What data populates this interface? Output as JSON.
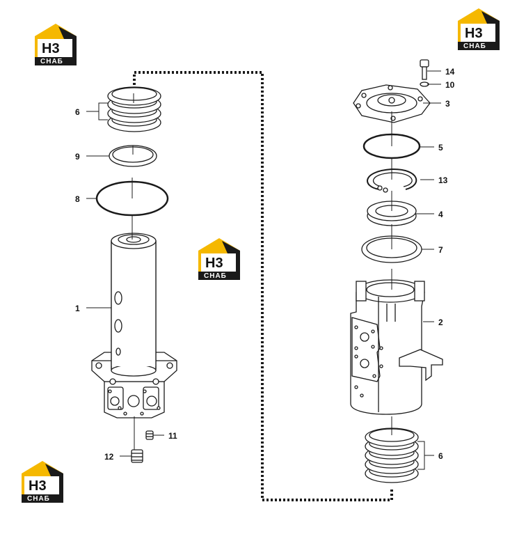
{
  "logo": {
    "letters": "H3",
    "wordmark": "СНАБ",
    "colors": {
      "roof": "#f5b800",
      "dark": "#1a1a1a",
      "white": "#ffffff"
    }
  },
  "callouts": {
    "c14": "14",
    "c10": "10",
    "c3": "3",
    "c5": "5",
    "c13": "13",
    "c4": "4",
    "c7": "7",
    "c2": "2",
    "c6_right": "6",
    "c6_left": "6",
    "c9": "9",
    "c8": "8",
    "c1": "1",
    "c11": "11",
    "c12": "12"
  },
  "colors": {
    "line": "#1a1a1a",
    "fill": "#ffffff"
  }
}
